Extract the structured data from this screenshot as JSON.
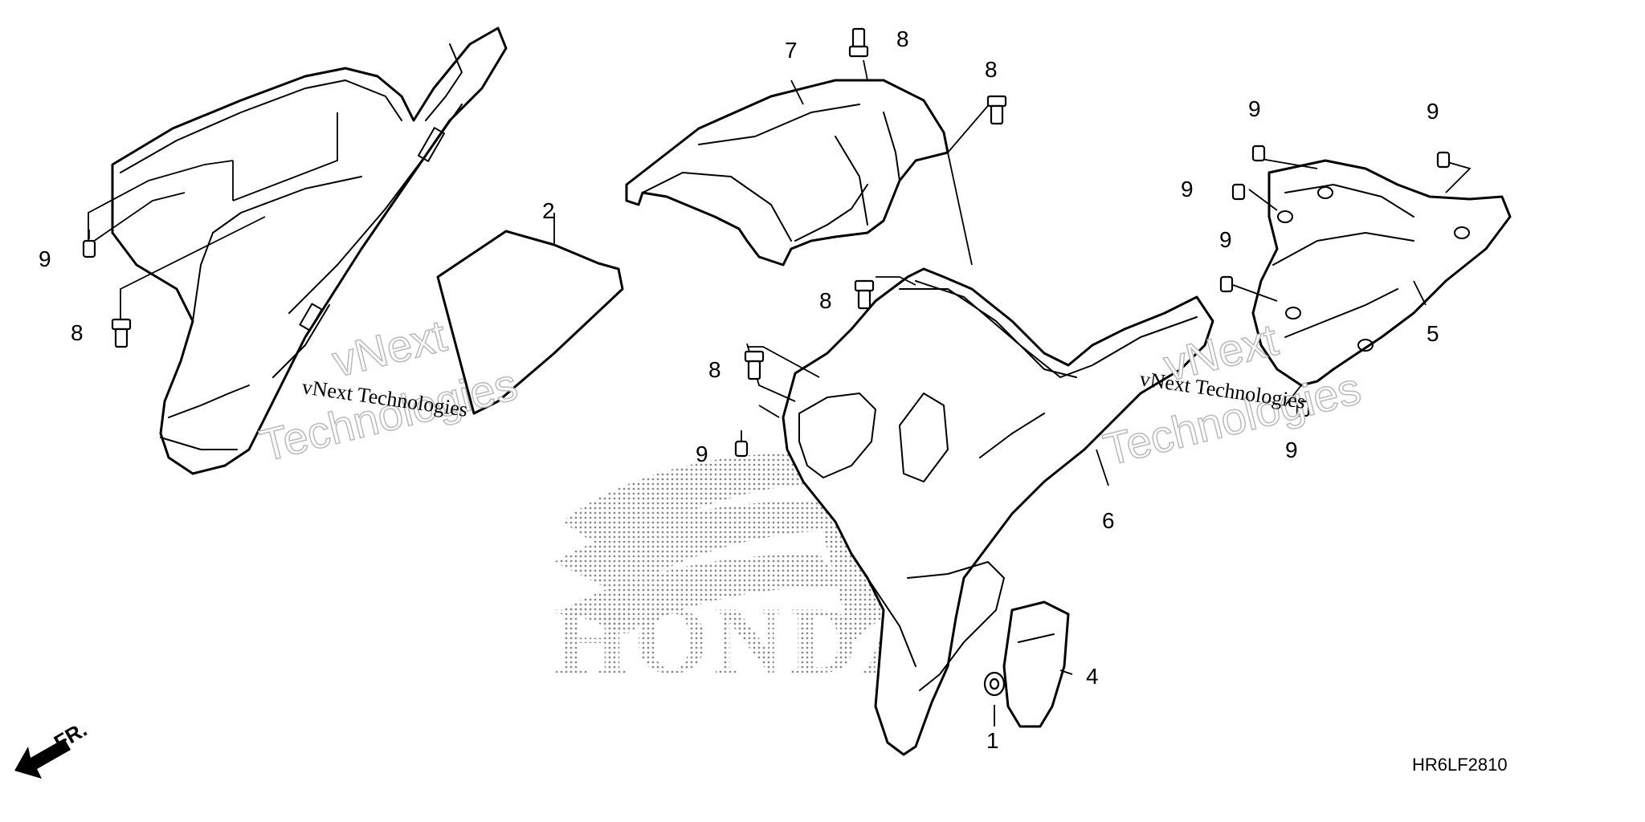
{
  "diagram": {
    "code": "HR6LF2810",
    "direction_label": "FR.",
    "watermark": {
      "line1": "vNext",
      "line2": "Technologies",
      "full": "vNext Technologies"
    },
    "logo_text": "HONDA",
    "callouts": {
      "p1": "1",
      "p2": "2",
      "p4": "4",
      "p5": "5",
      "p6": "6",
      "p7": "7",
      "f8": "8",
      "f9": "9"
    }
  }
}
